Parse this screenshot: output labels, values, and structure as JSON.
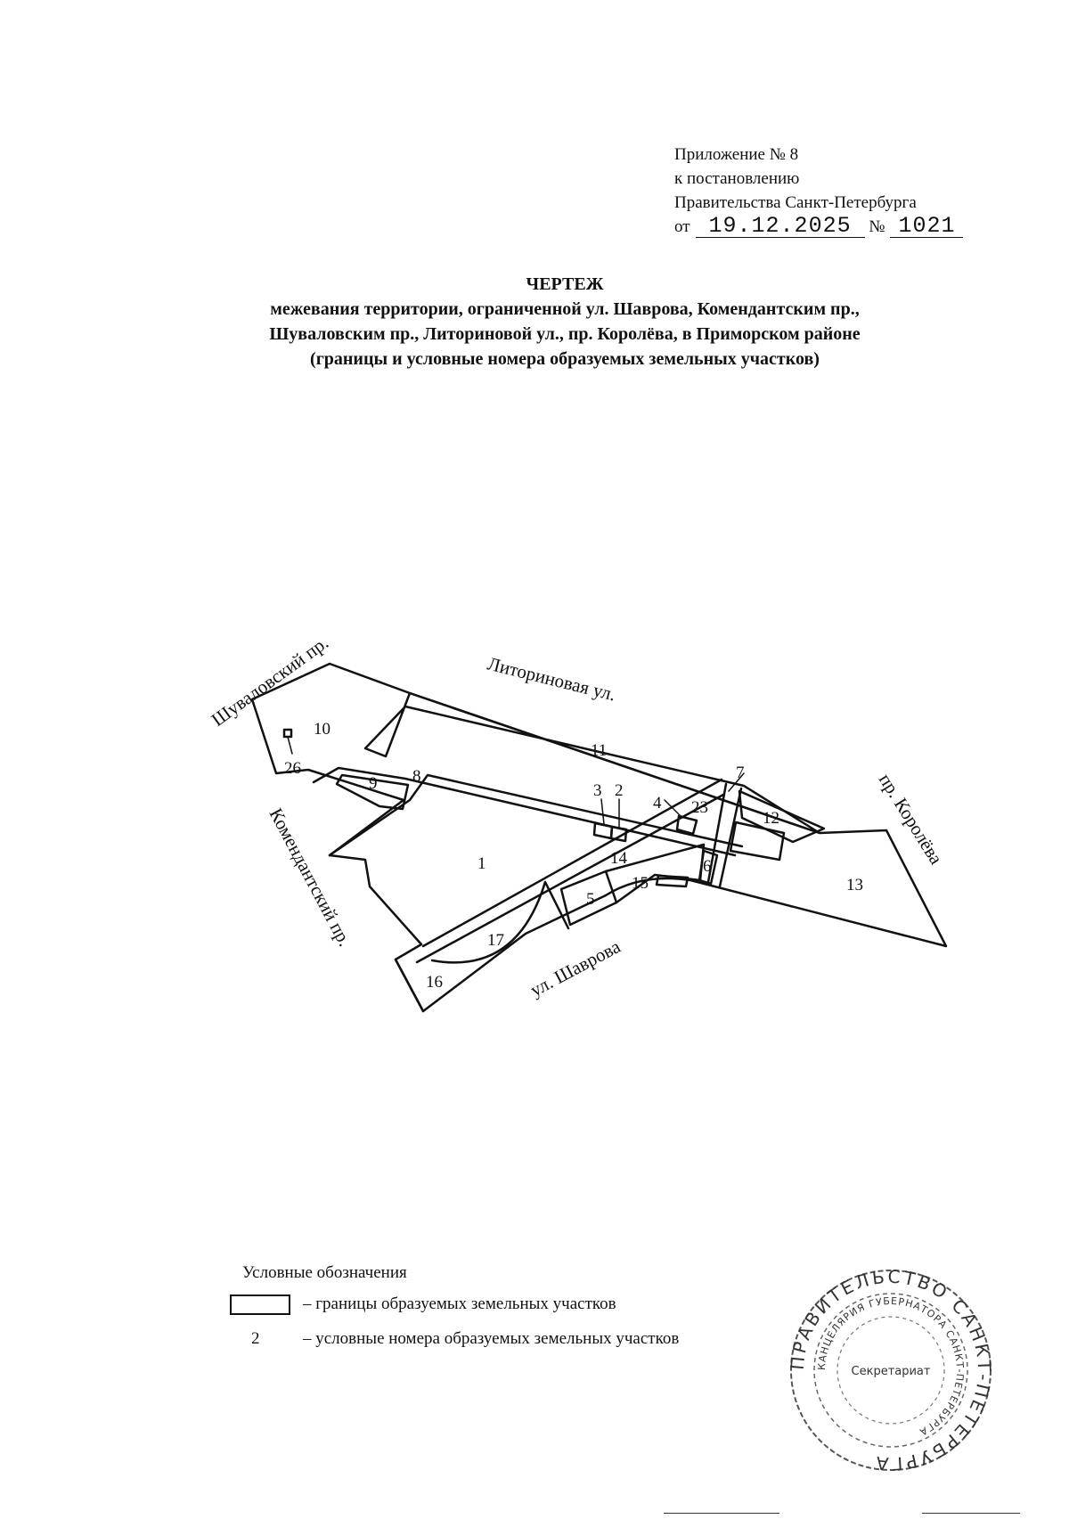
{
  "header": {
    "line1": "Приложение № 8",
    "line2": "к постановлению",
    "line3": "Правительства Санкт-Петербурга",
    "date_prefix": "от",
    "date": "19.12.2025",
    "number_prefix": "№",
    "number": "1021"
  },
  "title": {
    "heading": "ЧЕРТЕЖ",
    "line1": "межевания территории, ограниченной ул. Шаврова, Комендантским пр.,",
    "line2": "Шуваловским пр., Литориновой ул., пр. Королёва, в Приморском районе",
    "line3": "(границы и условные номера образуемых земельных участков)"
  },
  "map": {
    "streets": {
      "shuvalovsky": "Шуваловский пр.",
      "litorinovaya": "Литориновая ул.",
      "koroleva": "пр. Королёва",
      "komendantsky": "Комендантский пр.",
      "shavrova": "ул. Шаврова"
    },
    "plots": [
      "1",
      "2",
      "3",
      "4",
      "5",
      "6",
      "7",
      "8",
      "9",
      "10",
      "11",
      "12",
      "13",
      "14",
      "15",
      "16",
      "17",
      "23",
      "26"
    ]
  },
  "legend": {
    "title": "Условные обозначения",
    "boundary_text": "– границы образуемых земельных участков",
    "number_sample": "2",
    "number_text": "– условные номера образуемых земельных участков"
  },
  "stamp": {
    "outer_text": "ПРАВИТЕЛЬСТВО САНКТ-ПЕТЕРБУРГА",
    "inner_text": "КАНЦЕЛЯРИЯ ГУБЕРНАТОРА САНКТ-ПЕТЕРБУРГА",
    "center_text": "Секретариат"
  }
}
